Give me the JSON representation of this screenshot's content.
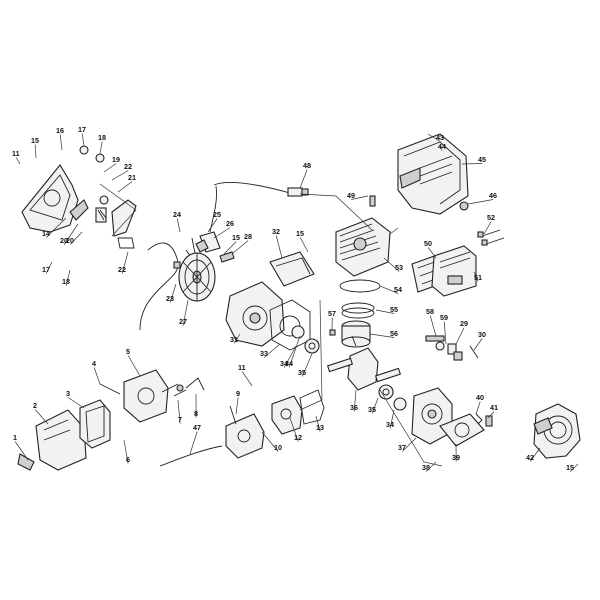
{
  "diagram": {
    "colors": {
      "ink": "#222222",
      "fill": "#f2f2f2",
      "shade": "#cfcfcf"
    },
    "callouts": [
      "1",
      "2",
      "3",
      "4",
      "5",
      "6",
      "7",
      "8",
      "9",
      "10",
      "11",
      "12",
      "13",
      "14",
      "15",
      "16",
      "17",
      "18",
      "19",
      "20",
      "21",
      "22",
      "23",
      "24",
      "25",
      "26",
      "27",
      "28",
      "29",
      "30",
      "31",
      "32",
      "33",
      "34",
      "35",
      "36",
      "37",
      "38",
      "39",
      "40",
      "41",
      "42",
      "43",
      "44",
      "45",
      "46",
      "47",
      "48",
      "49",
      "50",
      "51",
      "52",
      "53",
      "54",
      "55",
      "56",
      "57",
      "58",
      "59"
    ]
  }
}
